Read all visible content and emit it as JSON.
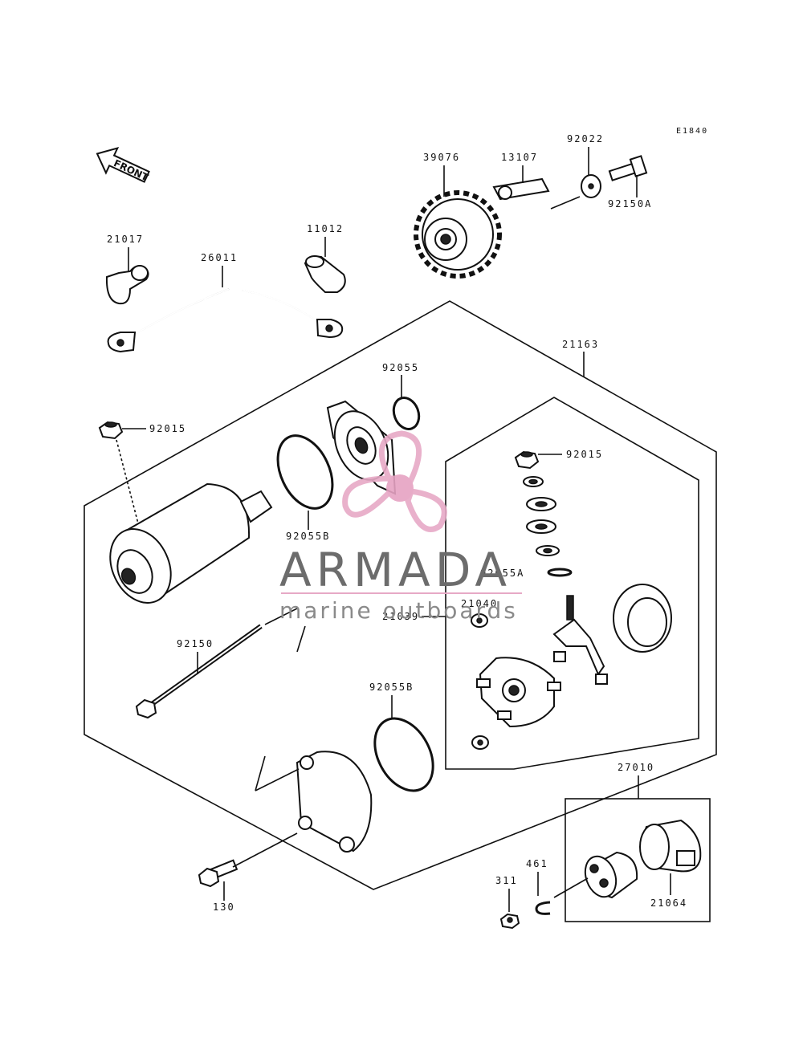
{
  "diagram": {
    "ref_code": "E1840",
    "front_label": "FRONT",
    "part_labels": {
      "p39076": "39076",
      "p13107": "13107",
      "p92022": "92022",
      "p92150A": "92150A",
      "p21017": "21017",
      "p26011": "26011",
      "p11012": "11012",
      "p21163": "21163",
      "p92055": "92055",
      "p92015_left": "92015",
      "p92015_right": "92015",
      "p92055B_top": "92055B",
      "p92055A": "92055A",
      "p21040": "21040",
      "p21039": "21039",
      "p92150": "92150",
      "p92055B_bottom": "92055B",
      "p27010": "27010",
      "p461": "461",
      "p311": "311",
      "p21064": "21064",
      "p130": "130"
    }
  },
  "watermark": {
    "title": "ARMADA",
    "subtitle": "marine outboards",
    "logo_color": "#e7a9c6",
    "logo_hub_color": "#e6a3c3"
  }
}
